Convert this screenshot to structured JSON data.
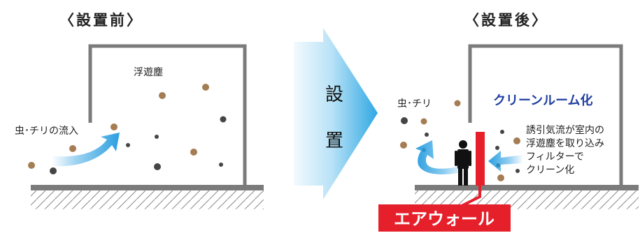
{
  "before": {
    "heading": "〈設置前〉",
    "label_dust": "浮遊塵",
    "label_inflow": "虫･チリの流入"
  },
  "arrow": {
    "line1": "設",
    "line2": "置"
  },
  "after": {
    "heading": "〈設置後〉",
    "label_bugs": "虫･チリ",
    "title": "クリーンルーム化",
    "note_lines": [
      "誘引気流が室内の",
      "浮遊塵を取り込み",
      "フィルターで",
      "クリーン化"
    ],
    "airwall_label": "エアウォール"
  },
  "colors": {
    "wall": "#7b7b7b",
    "particle_brown": "#a57d54",
    "particle_dark": "#454545",
    "flow_blue": "#2b9fe0",
    "arrow_blue_light": "#eef8fd",
    "arrow_blue_dark": "#31a9e3",
    "accent_blue": "#1f3ea0",
    "airwall_red": "#e5202b"
  }
}
